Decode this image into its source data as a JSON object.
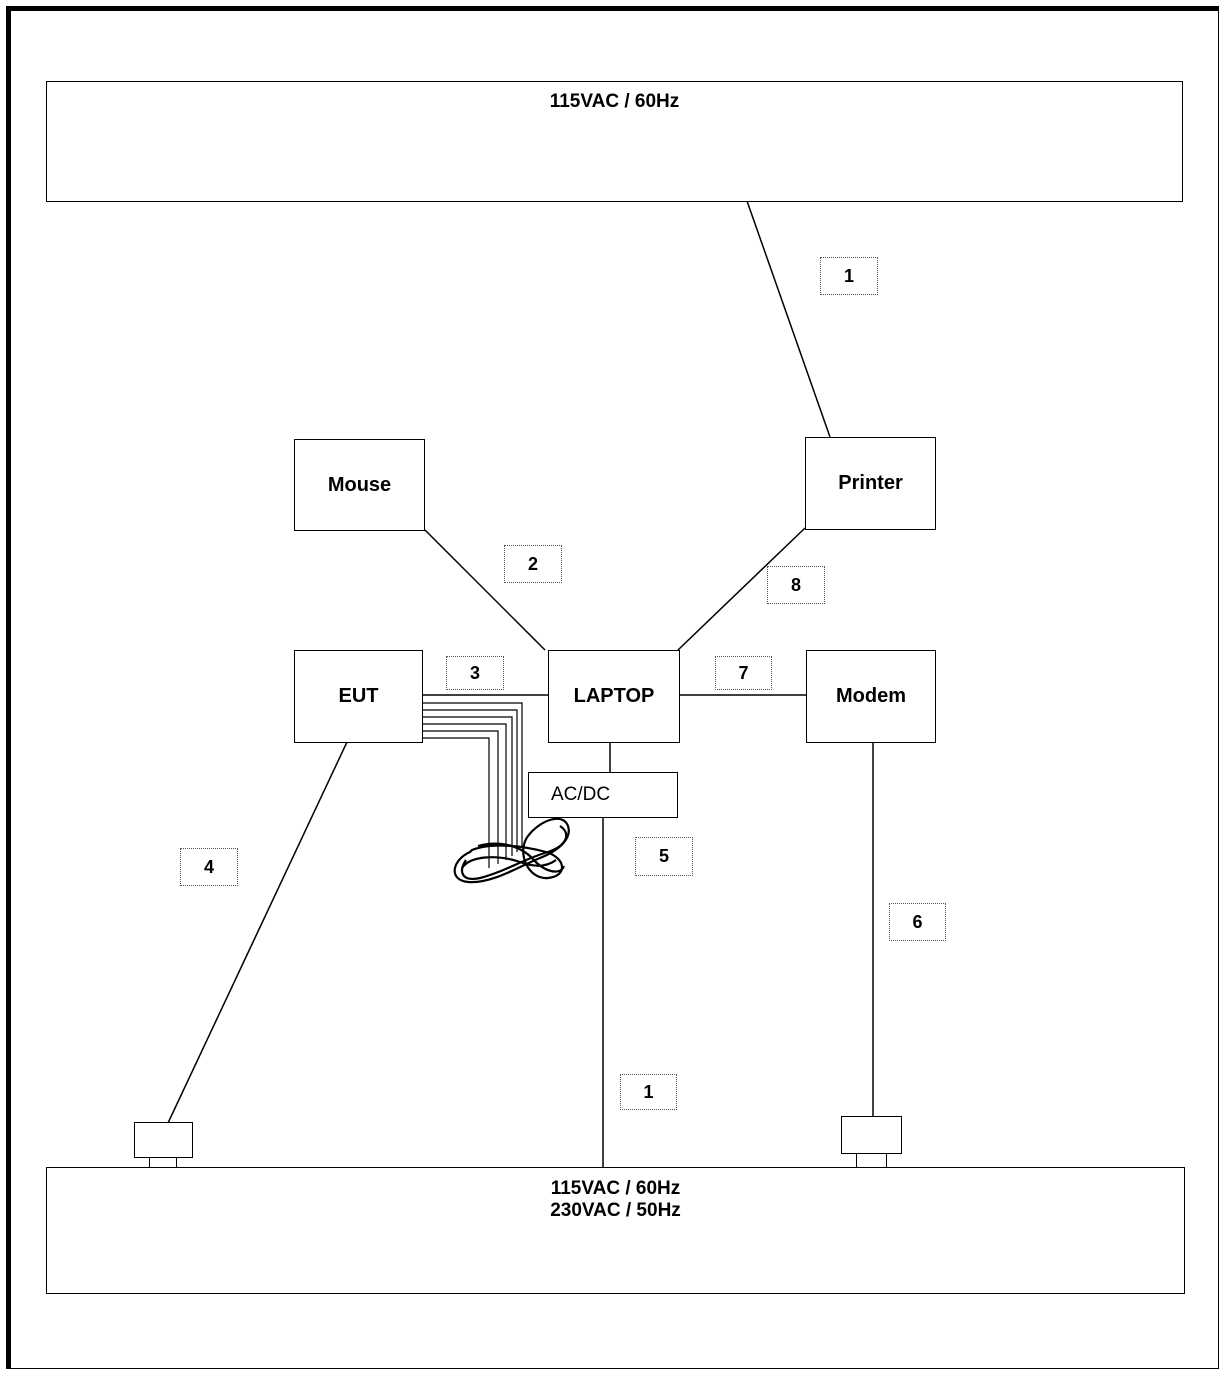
{
  "supplies": {
    "top": {
      "lines": [
        "115VAC / 60Hz"
      ]
    },
    "bottom": {
      "lines": [
        "115VAC / 60Hz",
        "230VAC / 50Hz"
      ]
    }
  },
  "devices": {
    "mouse": "Mouse",
    "printer": "Printer",
    "eut": "EUT",
    "laptop": "LAPTOP",
    "modem": "Modem",
    "acdc": "AC/DC"
  },
  "cables": {
    "printer_power": "1",
    "mouse": "2",
    "eut_laptop": "3",
    "eut_power": "4",
    "laptop_power": "5",
    "modem_power": "6",
    "modem_laptop": "7",
    "printer_laptop": "8",
    "adapter_power": "1"
  }
}
